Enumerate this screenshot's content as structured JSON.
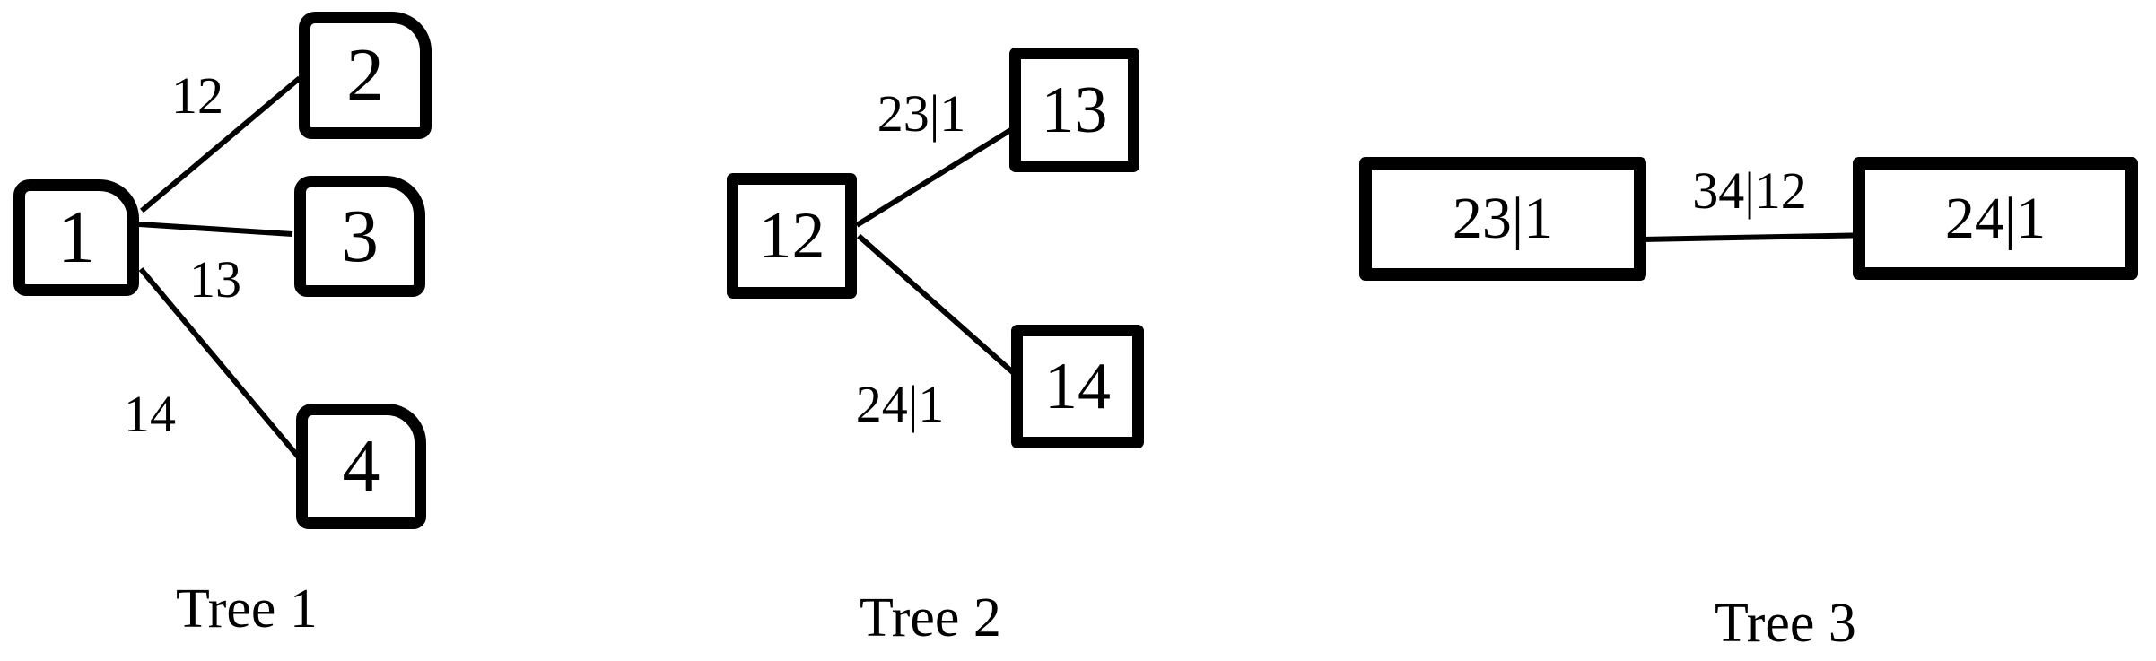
{
  "colors": {
    "ink": "#000000",
    "background": "#ffffff"
  },
  "trees": [
    {
      "caption": "Tree 1",
      "nodes": [
        {
          "label": "1"
        },
        {
          "label": "2"
        },
        {
          "label": "3"
        },
        {
          "label": "4"
        }
      ],
      "edges": [
        {
          "from": "1",
          "to": "2",
          "label": "12"
        },
        {
          "from": "1",
          "to": "3",
          "label": "13"
        },
        {
          "from": "1",
          "to": "4",
          "label": "14"
        }
      ]
    },
    {
      "caption": "Tree 2",
      "nodes": [
        {
          "label": "12"
        },
        {
          "label": "13"
        },
        {
          "label": "14"
        }
      ],
      "edges": [
        {
          "from": "12",
          "to": "13",
          "label": "23|1"
        },
        {
          "from": "12",
          "to": "14",
          "label": "24|1"
        }
      ]
    },
    {
      "caption": "Tree 3",
      "nodes": [
        {
          "label": "23|1"
        },
        {
          "label": "24|1"
        }
      ],
      "edges": [
        {
          "from": "23|1",
          "to": "24|1",
          "label": "34|12"
        }
      ]
    }
  ]
}
